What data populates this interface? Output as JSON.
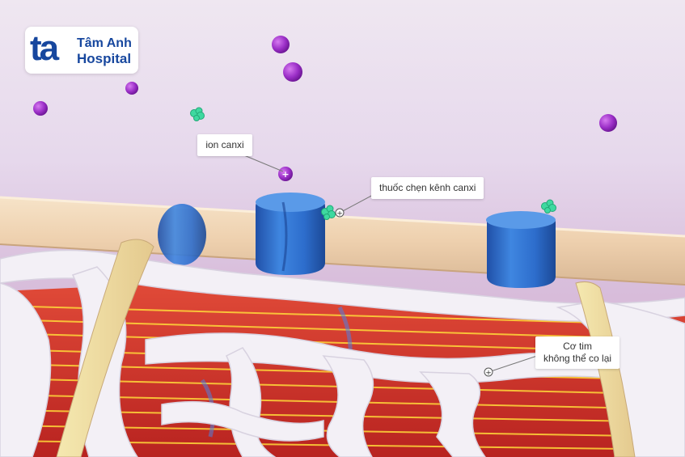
{
  "logo": {
    "mark": "ta",
    "line1": "Tâm Anh",
    "line2": "Hospital"
  },
  "labels": {
    "ion": "ion canxi",
    "drug": "thuốc chẹn kênh canxi",
    "muscle_line1": "Cơ tim",
    "muscle_line2": "không thể co lại"
  },
  "colors": {
    "brand": "#17479e",
    "ion": "#9b2fc7",
    "drug": "#3ed9a0",
    "channel": "#2f6fd1",
    "membrane": "#f0d8b8",
    "muscle": "#d8322a",
    "connective": "#f4f1f6"
  }
}
